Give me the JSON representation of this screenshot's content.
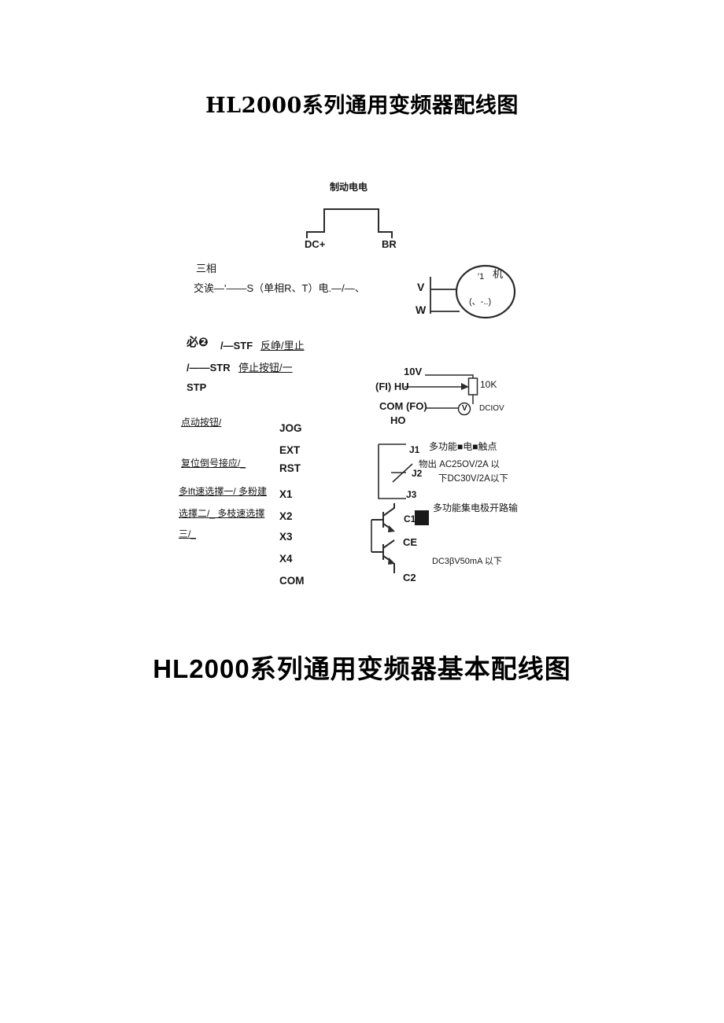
{
  "titles": {
    "main": "HL2000系列通用变频器配线图",
    "secondary": "HL2000系列通用变频器基本配线图"
  },
  "brake": {
    "label": "制动电电",
    "dc_plus": "DC+",
    "br": "BR"
  },
  "power": {
    "three_phase": "三相",
    "line": "交诶—'——S（单相R、T）电.—/—、"
  },
  "motor": {
    "scribble_top": "′1",
    "label": "机",
    "scribble_bottom": "(、-..)",
    "v": "V",
    "w": "W"
  },
  "run_cmd": {
    "prefix": "必❷",
    "stf": "/—STF",
    "stf_note": "反峥/里止",
    "str": "/——STR",
    "str_note": "停止按钮/一",
    "stp": "STP"
  },
  "analog": {
    "v10": "10V",
    "fi_hu": "(FI) HU",
    "com_fo": "COM (FO)",
    "ho": "HO",
    "pot": "10K",
    "meter": "V",
    "meter_note": "DCIOV"
  },
  "inputs": {
    "jog_note": "点动按钮/",
    "rst_note": "复位倒号接应/_",
    "x1_note": "多lft速选擇一/ 多粉建",
    "x2_note": "选擇二/_ 多枝速选擇",
    "x3_note": "三/_",
    "terminals": [
      "JOG",
      "EXT",
      "RST",
      "X1",
      "X2",
      "X3",
      "X4",
      "COM"
    ]
  },
  "relay": {
    "j1": "J1",
    "j2": "J2",
    "j3": "J3",
    "note1": "多功能■电■触点",
    "note2": "物出 AC25OV/2A 以",
    "note3": "下DC30V/2A以下"
  },
  "open_collector": {
    "c1": "C1",
    "ce": "CE",
    "c2": "C2",
    "note1": "多功能集电极开路输",
    "note2": "DC3βV50mA 以下"
  }
}
